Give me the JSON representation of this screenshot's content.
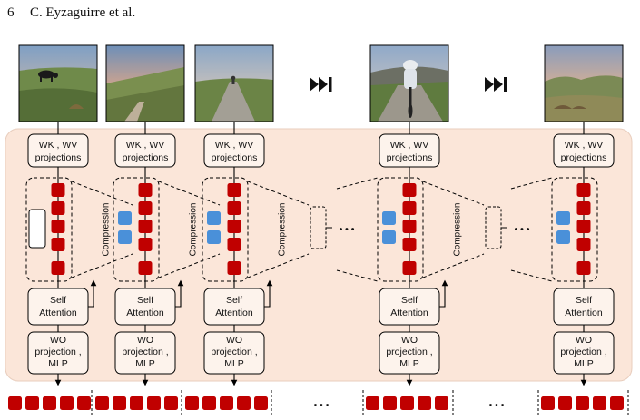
{
  "header": {
    "page_number": "6",
    "authors": "C. Eyzaguirre et al."
  },
  "colors": {
    "panel": "#fbe6d9",
    "token_red": "#c00000",
    "token_blue": "#4a90d9",
    "box_fill": "#fdf3ec",
    "stroke": "#000000"
  },
  "icons": {
    "skip": "skip-forward-icon"
  },
  "labels": {
    "kv_line1": "WK , WV",
    "kv_line2": "projections",
    "attn_line1": "Self",
    "attn_line2": "Attention",
    "wo_line1": "WO",
    "wo_line2": "projection ,",
    "wo_line3": "MLP",
    "compression": "Compression",
    "ellipsis": "• • •"
  },
  "diagram": {
    "frames": [
      {
        "name": "frame-1",
        "scene": "cow-field",
        "cache_blue": 0,
        "has_empty_slot": true
      },
      {
        "name": "frame-2",
        "scene": "hill-sunset",
        "cache_blue": 2,
        "has_empty_slot": false
      },
      {
        "name": "frame-3",
        "scene": "road-cyclist-far",
        "cache_blue": 2,
        "has_empty_slot": false
      },
      {
        "name": "frame-4",
        "scene": "road-cyclist-near",
        "cache_blue": 2,
        "has_empty_slot": false
      },
      {
        "name": "frame-5",
        "scene": "valley-sunset",
        "cache_blue": 2,
        "has_empty_slot": false
      }
    ],
    "output_groups": 5,
    "output_tokens_per_group": 5
  }
}
